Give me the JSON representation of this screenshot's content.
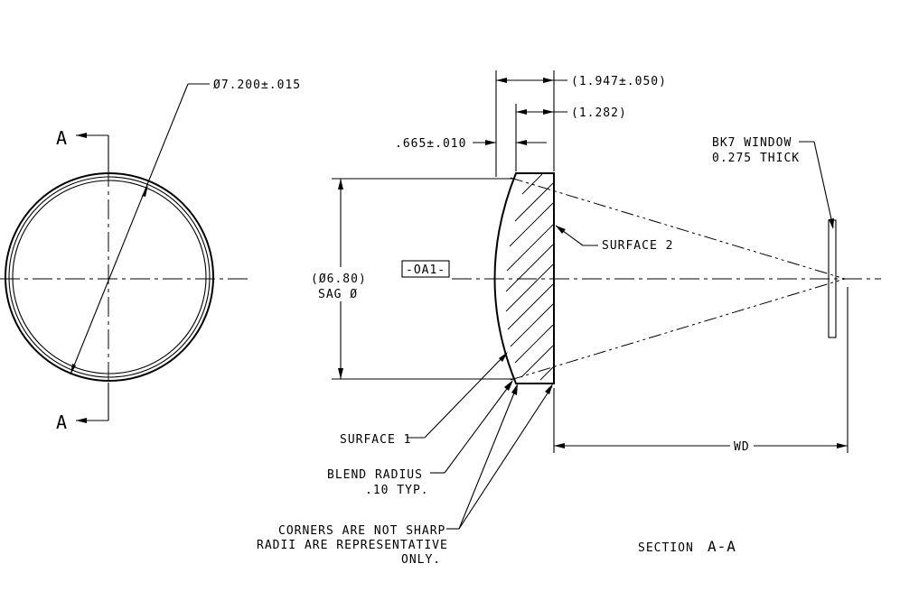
{
  "labels": {
    "diameter_tol": "Ø7.200±.015",
    "dim_overall": "(1.947±.050)",
    "dim_flat": "(1.282)",
    "dim_center": ".665±.010",
    "window_line1": "BK7 WINDOW",
    "window_line2": "0.275 THICK",
    "surface2": "SURFACE 2",
    "datum": "-OA1-",
    "sag_line1": "(Ø6.80)",
    "sag_line2": "SAG Ø",
    "section_mark_top": "A",
    "section_mark_bottom": "A",
    "surface1": "SURFACE 1",
    "blend_line1": "BLEND  RADIUS",
    "blend_line2": ".10 TYP.",
    "corners_line1": "CORNERS ARE NOT SHARP",
    "corners_line2": "RADII ARE REPRESENTATIVE",
    "corners_line3": "ONLY.",
    "wd": "WD",
    "section_word": "SECTION",
    "section_id": "A-A"
  }
}
